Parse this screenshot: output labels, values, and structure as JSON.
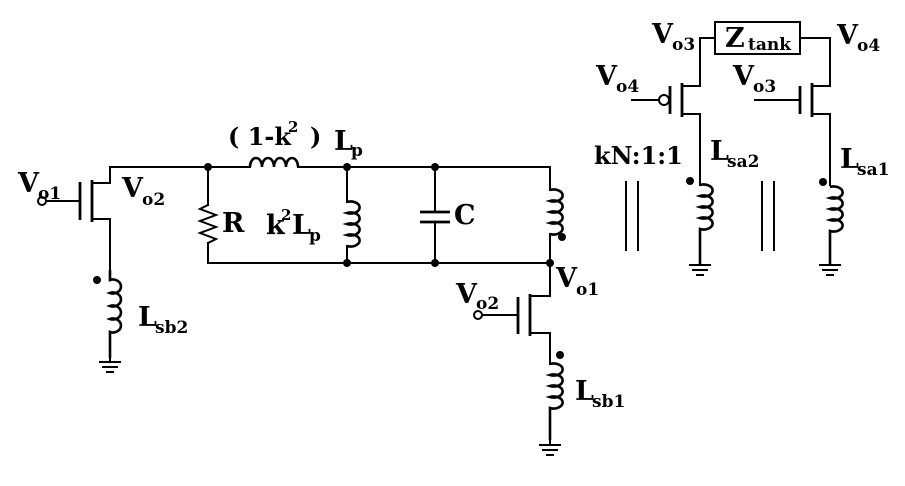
{
  "labels": {
    "v": "V",
    "o1": "o1",
    "o2": "o2",
    "o3": "o3",
    "o4": "o4",
    "l": "L",
    "sb1": "sb1",
    "sb2": "sb2",
    "sa1": "sa1",
    "sa2": "sa2",
    "p": "p",
    "r": "R",
    "c": "C",
    "k": "k",
    "two": "2",
    "one_minus_k_open": "( 1-k",
    "close_paren": ")",
    "ratio": "kN:1:1",
    "z": "Z",
    "tank": "tank"
  }
}
